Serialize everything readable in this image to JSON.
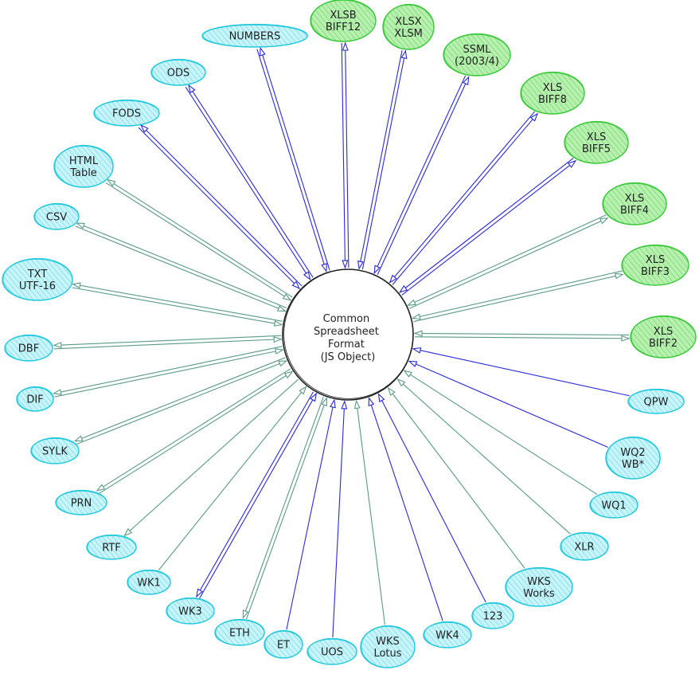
{
  "center": {
    "lines": [
      "Common",
      "Spreadsheet",
      "Format",
      "(JS Object)"
    ]
  },
  "colors": {
    "cyan_fill": "#c8f4fa",
    "cyan_stroke": "#22c8dc",
    "green_fill": "#b9f0b0",
    "green_stroke": "#3cc83c",
    "edge_blue": "#2a2ad6",
    "edge_teal": "#5a9a86",
    "hatch_cyan": "#5fd9e8",
    "hatch_green": "#5cd65c"
  },
  "nodes": [
    {
      "id": "numbers",
      "lines": [
        "NUMBERS"
      ],
      "kind": "cyan",
      "edge": "blue",
      "dir": "both"
    },
    {
      "id": "xlsb",
      "lines": [
        "XLSB",
        "BIFF12"
      ],
      "kind": "green",
      "edge": "blue",
      "dir": "both"
    },
    {
      "id": "xlsx",
      "lines": [
        "XLSX",
        "XLSM"
      ],
      "kind": "green",
      "edge": "blue",
      "dir": "both"
    },
    {
      "id": "ssml",
      "lines": [
        "SSML",
        "(2003/4)"
      ],
      "kind": "green",
      "edge": "blue",
      "dir": "both"
    },
    {
      "id": "biff8",
      "lines": [
        "XLS",
        "BIFF8"
      ],
      "kind": "green",
      "edge": "blue",
      "dir": "both"
    },
    {
      "id": "biff5",
      "lines": [
        "XLS",
        "BIFF5"
      ],
      "kind": "green",
      "edge": "blue",
      "dir": "both"
    },
    {
      "id": "biff4",
      "lines": [
        "XLS",
        "BIFF4"
      ],
      "kind": "green",
      "edge": "teal",
      "dir": "both"
    },
    {
      "id": "biff3",
      "lines": [
        "XLS",
        "BIFF3"
      ],
      "kind": "green",
      "edge": "teal",
      "dir": "both"
    },
    {
      "id": "biff2",
      "lines": [
        "XLS",
        "BIFF2"
      ],
      "kind": "green",
      "edge": "teal",
      "dir": "both"
    },
    {
      "id": "qpw",
      "lines": [
        "QPW"
      ],
      "kind": "cyan",
      "edge": "blue",
      "dir": "in"
    },
    {
      "id": "wq2",
      "lines": [
        "WQ2",
        "WB*"
      ],
      "kind": "cyan",
      "edge": "blue",
      "dir": "in"
    },
    {
      "id": "wq1",
      "lines": [
        "WQ1"
      ],
      "kind": "cyan",
      "edge": "teal",
      "dir": "in"
    },
    {
      "id": "xlr",
      "lines": [
        "XLR"
      ],
      "kind": "cyan",
      "edge": "teal",
      "dir": "in"
    },
    {
      "id": "wksworks",
      "lines": [
        "WKS",
        "Works"
      ],
      "kind": "cyan",
      "edge": "teal",
      "dir": "in"
    },
    {
      "id": "n123",
      "lines": [
        "123"
      ],
      "kind": "cyan",
      "edge": "blue",
      "dir": "in"
    },
    {
      "id": "wk4",
      "lines": [
        "WK4"
      ],
      "kind": "cyan",
      "edge": "blue",
      "dir": "in"
    },
    {
      "id": "wkslotus",
      "lines": [
        "WKS",
        "Lotus"
      ],
      "kind": "cyan",
      "edge": "teal",
      "dir": "in"
    },
    {
      "id": "uos",
      "lines": [
        "UOS"
      ],
      "kind": "cyan",
      "edge": "blue",
      "dir": "in"
    },
    {
      "id": "et",
      "lines": [
        "ET"
      ],
      "kind": "cyan",
      "edge": "blue",
      "dir": "in"
    },
    {
      "id": "eth",
      "lines": [
        "ETH"
      ],
      "kind": "cyan",
      "edge": "teal",
      "dir": "both"
    },
    {
      "id": "wk3",
      "lines": [
        "WK3"
      ],
      "kind": "cyan",
      "edge": "blue",
      "dir": "both"
    },
    {
      "id": "wk1",
      "lines": [
        "WK1"
      ],
      "kind": "cyan",
      "edge": "teal",
      "dir": "in"
    },
    {
      "id": "rtf",
      "lines": [
        "RTF"
      ],
      "kind": "cyan",
      "edge": "teal",
      "dir": "out"
    },
    {
      "id": "prn",
      "lines": [
        "PRN"
      ],
      "kind": "cyan",
      "edge": "teal",
      "dir": "both"
    },
    {
      "id": "sylk",
      "lines": [
        "SYLK"
      ],
      "kind": "cyan",
      "edge": "teal",
      "dir": "both"
    },
    {
      "id": "dif",
      "lines": [
        "DIF"
      ],
      "kind": "cyan",
      "edge": "teal",
      "dir": "both"
    },
    {
      "id": "dbf",
      "lines": [
        "DBF"
      ],
      "kind": "cyan",
      "edge": "teal",
      "dir": "both"
    },
    {
      "id": "txt",
      "lines": [
        "TXT",
        "UTF-16"
      ],
      "kind": "cyan",
      "edge": "teal",
      "dir": "both"
    },
    {
      "id": "csv",
      "lines": [
        "CSV"
      ],
      "kind": "cyan",
      "edge": "teal",
      "dir": "both"
    },
    {
      "id": "htmltable",
      "lines": [
        "HTML",
        "Table"
      ],
      "kind": "cyan",
      "edge": "teal",
      "dir": "both"
    },
    {
      "id": "fods",
      "lines": [
        "FODS"
      ],
      "kind": "cyan",
      "edge": "blue",
      "dir": "both"
    },
    {
      "id": "ods",
      "lines": [
        "ODS"
      ],
      "kind": "cyan",
      "edge": "blue",
      "dir": "both"
    }
  ]
}
